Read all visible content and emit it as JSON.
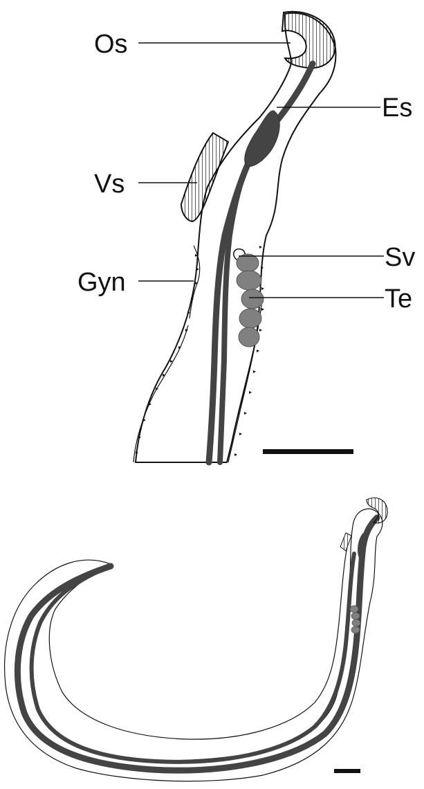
{
  "figure": {
    "upper_panel": {
      "labels": {
        "os": "Os",
        "es": "Es",
        "vs": "Vs",
        "sv": "Sv",
        "gyn": "Gyn",
        "te": "Te"
      }
    },
    "colors": {
      "outline": "#111111",
      "gut": "#444444",
      "organ_fill": "#808080",
      "background": "#ffffff"
    }
  }
}
